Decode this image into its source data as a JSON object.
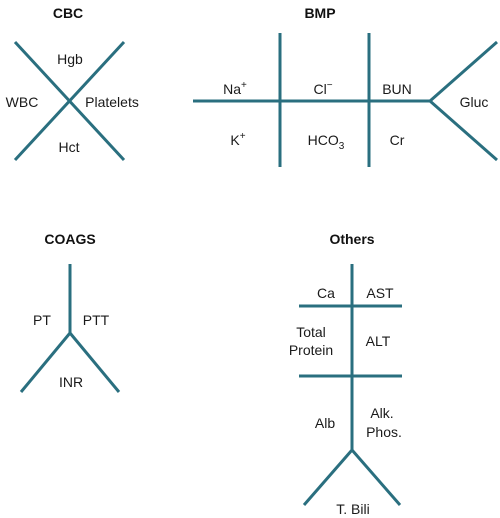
{
  "colors": {
    "line": "#2a6f7f",
    "text": "#1a1a1a"
  },
  "cbc": {
    "title": "CBC",
    "hgb": "Hgb",
    "wbc": "WBC",
    "platelets": "Platelets",
    "hct": "Hct"
  },
  "bmp": {
    "title": "BMP",
    "na": "Na",
    "na_sup": "+",
    "cl": "Cl",
    "cl_sup": "−",
    "bun": "BUN",
    "gluc": "Gluc",
    "k": "K",
    "k_sup": "+",
    "hco3": "HCO",
    "hco3_sub": "3",
    "cr": "Cr"
  },
  "coags": {
    "title": "COAGS",
    "pt": "PT",
    "ptt": "PTT",
    "inr": "INR"
  },
  "others": {
    "title": "Others",
    "ca": "Ca",
    "ast": "AST",
    "total": "Total",
    "protein": "Protein",
    "alt": "ALT",
    "alb": "Alb",
    "alk": "Alk.",
    "phos": "Phos.",
    "tbili": "T. Bili"
  }
}
